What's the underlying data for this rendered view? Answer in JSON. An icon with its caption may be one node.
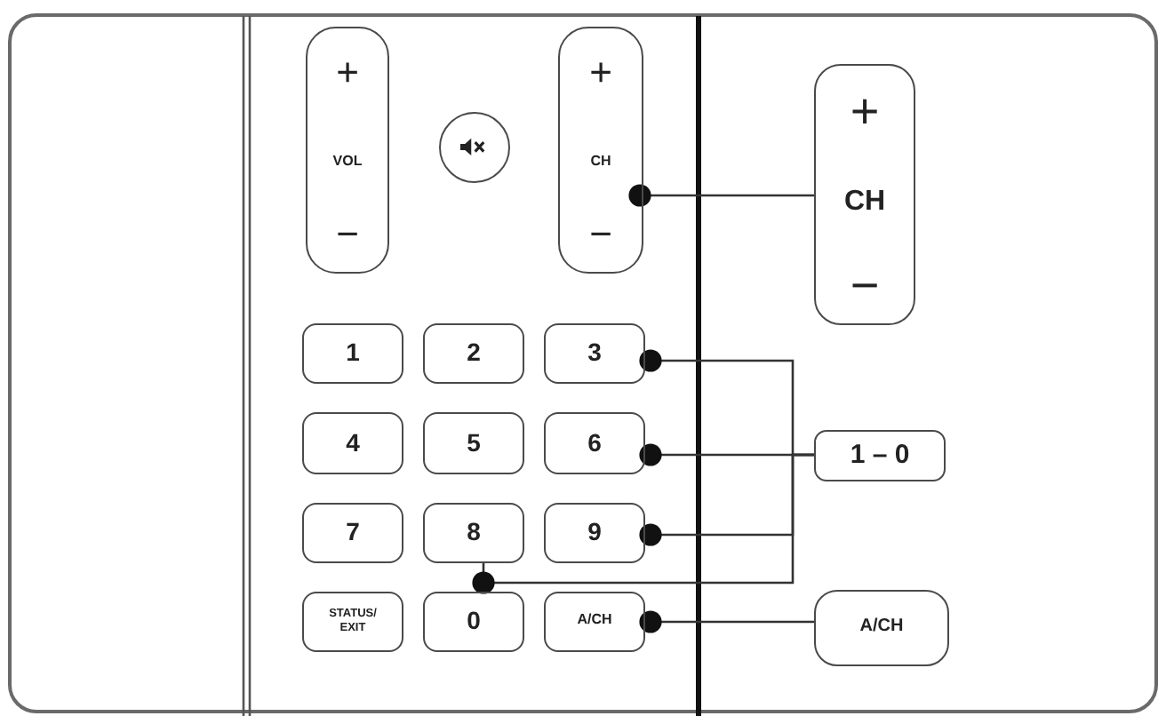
{
  "diagram": {
    "nodes": [
      {
        "text": [
          "+",
          "VOL",
          "−"
        ]
      },
      {
        "text": [],
        "shape": "circle"
      },
      {
        "text": [
          "+",
          "CH",
          "−"
        ]
      },
      {
        "text": [
          "1"
        ]
      },
      {
        "text": [
          "2"
        ]
      },
      {
        "text": [
          "3"
        ]
      },
      {
        "text": [
          "4"
        ]
      },
      {
        "text": [
          "5"
        ]
      },
      {
        "text": [
          "6"
        ]
      },
      {
        "text": [
          "7"
        ]
      },
      {
        "text": [
          "8"
        ]
      },
      {
        "text": [
          "9"
        ]
      },
      {
        "text": [
          "STATUS/ EXIT"
        ]
      },
      {
        "text": [
          "0"
        ]
      },
      {
        "text": [
          "A/CH"
        ]
      },
      {
        "text": [
          "+",
          "CH",
          "−"
        ]
      },
      {
        "text": [
          "1 – 0"
        ]
      },
      {
        "text": [
          "A/CH"
        ]
      }
    ],
    "edges": [
      {
        "from": 2,
        "to": 15,
        "arrow": "other"
      },
      {
        "from": 5,
        "to": 16,
        "arrow": "other"
      },
      {
        "from": 8,
        "to": 16,
        "arrow": "other"
      },
      {
        "from": 11,
        "to": 16,
        "arrow": "other"
      },
      {
        "from": 10,
        "to": 16,
        "arrow": "other"
      },
      {
        "from": 14,
        "to": 17,
        "arrow": "other"
      }
    ]
  }
}
